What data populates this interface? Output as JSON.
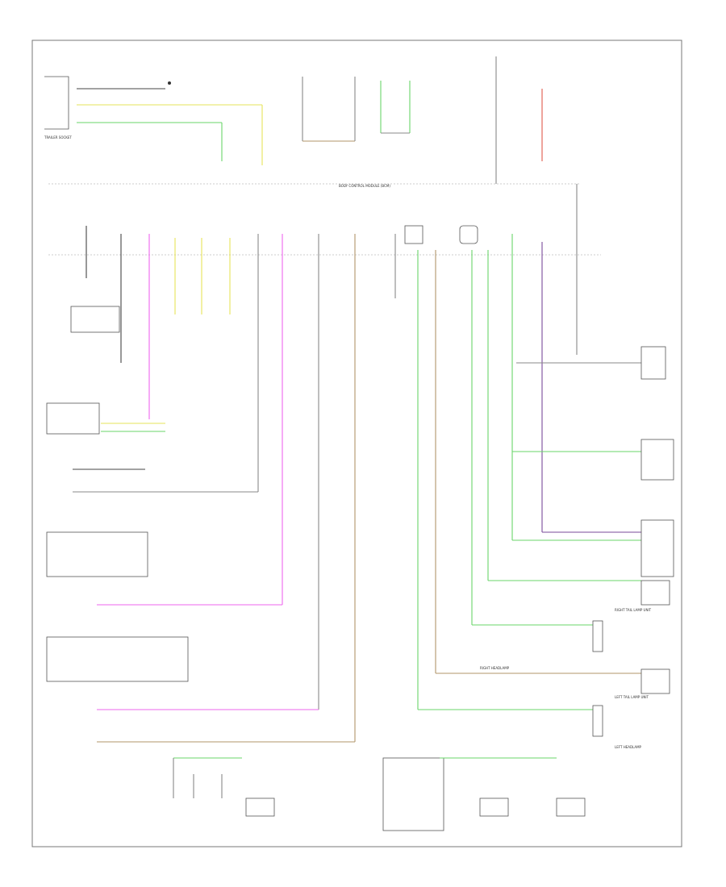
{
  "diagram": {
    "labels": [
      "BODY CONTROL MODULE (BCM)",
      "RIGHT TAIL LAMP UNIT",
      "LEFT TAIL LAMP UNIT",
      "RIGHT HEADLAMP",
      "LEFT HEADLAMP",
      "TRAILER SOCKET"
    ]
  }
}
